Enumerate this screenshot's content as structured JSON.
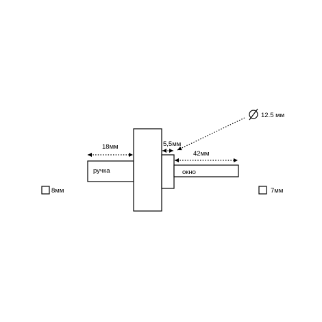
{
  "diagram": {
    "dimensions": {
      "handle_length": "18мм",
      "collar_width": "5,5мм",
      "shaft_length": "42мм",
      "diameter": "12.5 мм"
    },
    "parts": {
      "handle": "ручка",
      "shaft": "окно"
    },
    "legend": {
      "left_square": "8мм",
      "right_square": "7мм"
    },
    "icons": {
      "diameter_symbol": "diameter-icon"
    },
    "colors": {
      "stroke": "#000000",
      "background": "#ffffff"
    }
  }
}
